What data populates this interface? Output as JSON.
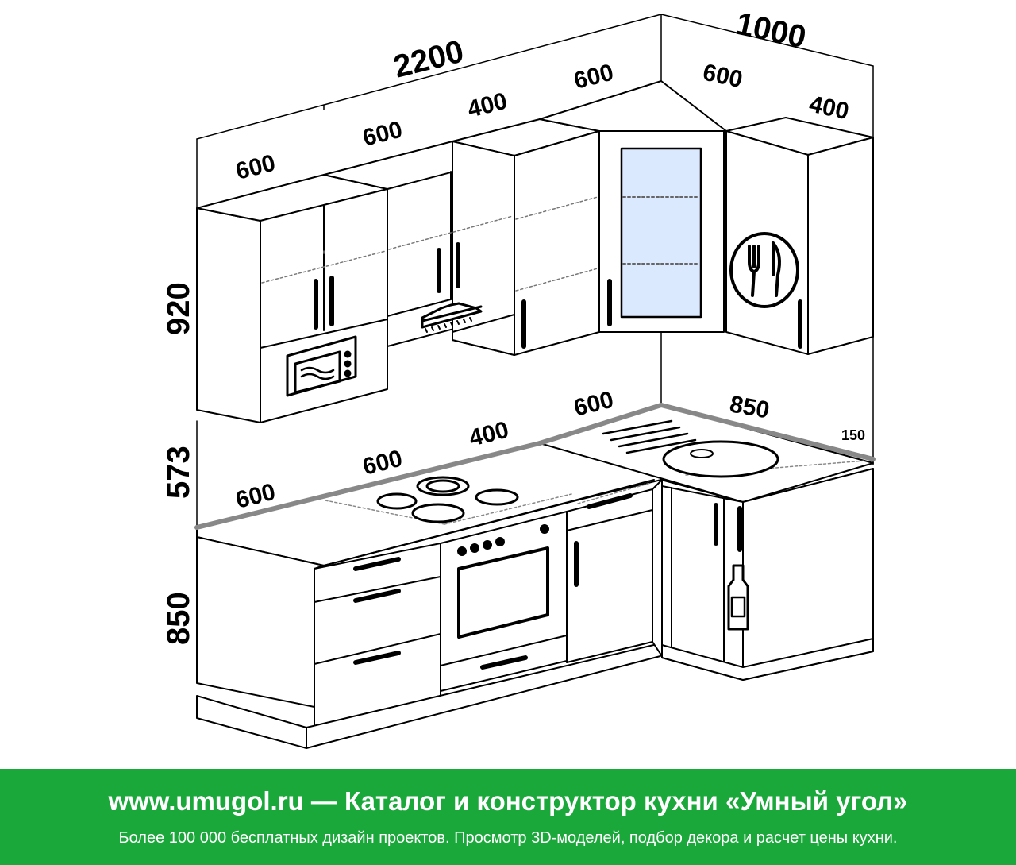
{
  "dimensions": {
    "total_left_wall": "2200",
    "total_right_wall": "1000",
    "upper_left_1": "600",
    "upper_left_2": "600",
    "upper_left_3": "400",
    "upper_left_4": "600",
    "upper_right_1": "600",
    "upper_right_2": "400",
    "height_upper": "920",
    "height_gap": "573",
    "height_lower": "850",
    "lower_left_1": "600",
    "lower_left_2": "600",
    "lower_left_3": "400",
    "lower_left_4": "600",
    "lower_right_1": "850",
    "lower_right_2": "150"
  },
  "icons": [
    "microwave-icon",
    "range-hood-icon",
    "plate-cutlery-icon",
    "cooktop-icon",
    "oven-icon",
    "sink-icon",
    "bottle-icon"
  ],
  "footer": {
    "title": "www.umugol.ru — Каталог и конструктор кухни «Умный угол»",
    "subtitle": "Более 100 000 бесплатных дизайн проектов. Просмотр 3D-моделей, подбор декора и расчет цены кухни.",
    "background_color": "#1aa83a"
  }
}
